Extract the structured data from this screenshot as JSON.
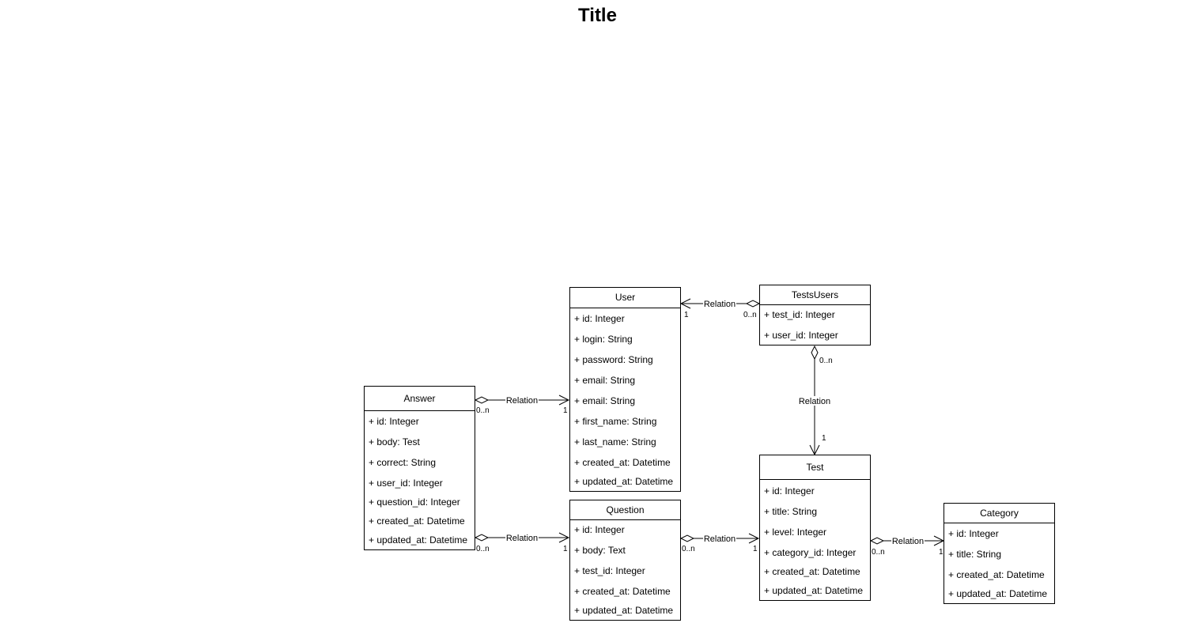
{
  "title": "Title",
  "classes": {
    "user": {
      "name": "User",
      "attrs": [
        "+ id: Integer",
        "+ login: String",
        "+ password: String",
        "+ email: String",
        "+ email: String",
        "+ first_name: String",
        "+ last_name: String",
        "+ created_at: Datetime",
        "+ updated_at: Datetime"
      ]
    },
    "testsusers": {
      "name": "TestsUsers",
      "attrs": [
        "+ test_id: Integer",
        "+ user_id: Integer"
      ]
    },
    "answer": {
      "name": "Answer",
      "attrs": [
        "+ id: Integer",
        "+ body: Test",
        "+ correct: String",
        "+ user_id: Integer",
        "+ question_id: Integer",
        "+ created_at: Datetime",
        "+ updated_at: Datetime"
      ]
    },
    "question": {
      "name": "Question",
      "attrs": [
        "+ id: Integer",
        "+ body: Text",
        "+ test_id: Integer",
        "+ created_at: Datetime",
        "+ updated_at: Datetime"
      ]
    },
    "test": {
      "name": "Test",
      "attrs": [
        "+ id: Integer",
        "+ title: String",
        "+ level: Integer",
        "+ category_id: Integer",
        "+ created_at: Datetime",
        "+ updated_at: Datetime"
      ]
    },
    "category": {
      "name": "Category",
      "attrs": [
        "+ id: Integer",
        "+ title: String",
        "+ created_at: Datetime",
        "+ updated_at: Datetime"
      ]
    }
  },
  "relations": [
    {
      "from": "testsusers",
      "to": "user",
      "label": "Relation",
      "from_mult": "0..n",
      "to_mult": "1"
    },
    {
      "from": "answer",
      "to": "user",
      "label": "Relation",
      "from_mult": "0..n",
      "to_mult": "1"
    },
    {
      "from": "testsusers",
      "to": "test",
      "label": "Relation",
      "from_mult": "0..n",
      "to_mult": "1"
    },
    {
      "from": "answer",
      "to": "question",
      "label": "Relation",
      "from_mult": "0..n",
      "to_mult": "1"
    },
    {
      "from": "question",
      "to": "test",
      "label": "Relation",
      "from_mult": "0..n",
      "to_mult": "1"
    },
    {
      "from": "test",
      "to": "category",
      "label": "Relation",
      "from_mult": "0..n",
      "to_mult": "1"
    }
  ]
}
